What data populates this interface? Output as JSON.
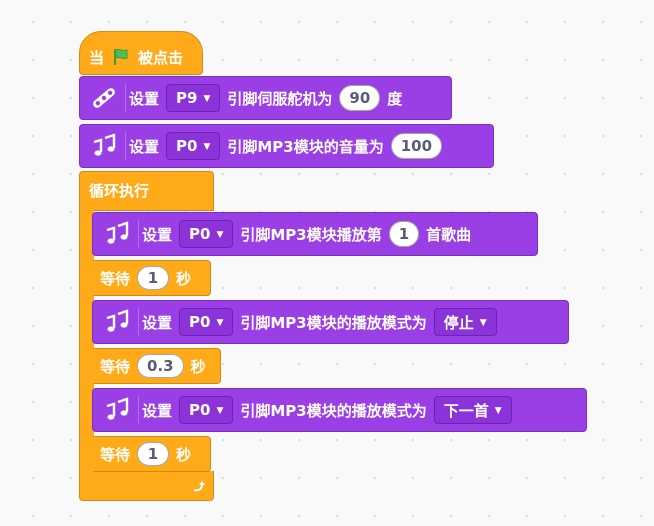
{
  "hat": {
    "when": "当",
    "flag_icon": "green-flag-icon",
    "clicked": "被点击"
  },
  "servo": {
    "icon": "servo-icon",
    "set": "设置",
    "pin": "P9",
    "text": "引脚伺服舵机为",
    "value": "90",
    "unit": "度"
  },
  "volume": {
    "icon": "music-note-icon",
    "set": "设置",
    "pin": "P0",
    "text": "引脚MP3模块的音量为",
    "value": "100"
  },
  "loop": {
    "label": "循环执行",
    "repeat_icon": "repeat-arrow-icon"
  },
  "play_track": {
    "set": "设置",
    "pin": "P0",
    "text": "引脚MP3模块播放第",
    "value": "1",
    "suffix": "首歌曲"
  },
  "wait1": {
    "label": "等待",
    "value": "1",
    "unit": "秒"
  },
  "mode_stop": {
    "set": "设置",
    "pin": "P0",
    "text": "引脚MP3模块的播放模式为",
    "mode": "停止"
  },
  "wait2": {
    "label": "等待",
    "value": "0.3",
    "unit": "秒"
  },
  "mode_next": {
    "set": "设置",
    "pin": "P0",
    "text": "引脚MP3模块的播放模式为",
    "mode": "下一首"
  },
  "wait3": {
    "label": "等待",
    "value": "1",
    "unit": "秒"
  },
  "colors": {
    "control": "#ffab19",
    "extension": "#9a3ee6",
    "flag": "#4cbf56"
  }
}
